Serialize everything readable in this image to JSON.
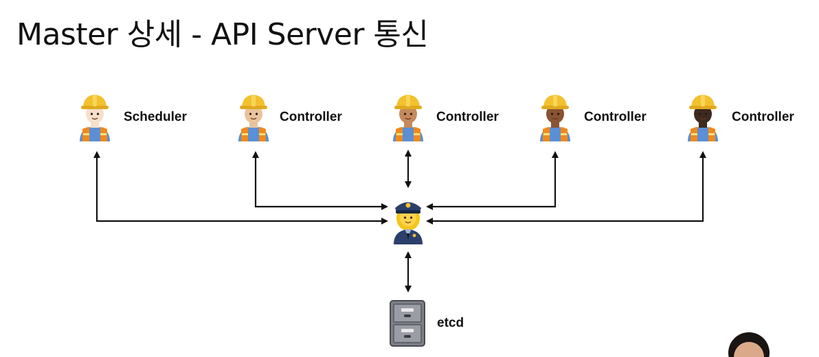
{
  "title": "Master 상세 - API Server 통신",
  "nodes": {
    "scheduler": {
      "label": "Scheduler",
      "icon": "construction-worker-icon",
      "skin": "#f6dfcb"
    },
    "controllers": [
      {
        "label": "Controller",
        "icon": "construction-worker-icon",
        "skin": "#e9c39c"
      },
      {
        "label": "Controller",
        "icon": "construction-worker-icon",
        "skin": "#c48a5c"
      },
      {
        "label": "Controller",
        "icon": "construction-worker-icon",
        "skin": "#8a5433"
      },
      {
        "label": "Controller",
        "icon": "construction-worker-icon",
        "skin": "#3f2a1f"
      }
    ],
    "api_server": {
      "icon": "police-officer-icon"
    },
    "etcd": {
      "label": "etcd",
      "icon": "file-cabinet-icon"
    }
  },
  "colors": {
    "arrow": "#111111",
    "helmet": "#f2c12e",
    "vest": "#f08a1c",
    "uniform": "#2a3f6b",
    "hair": "#f5c518"
  }
}
